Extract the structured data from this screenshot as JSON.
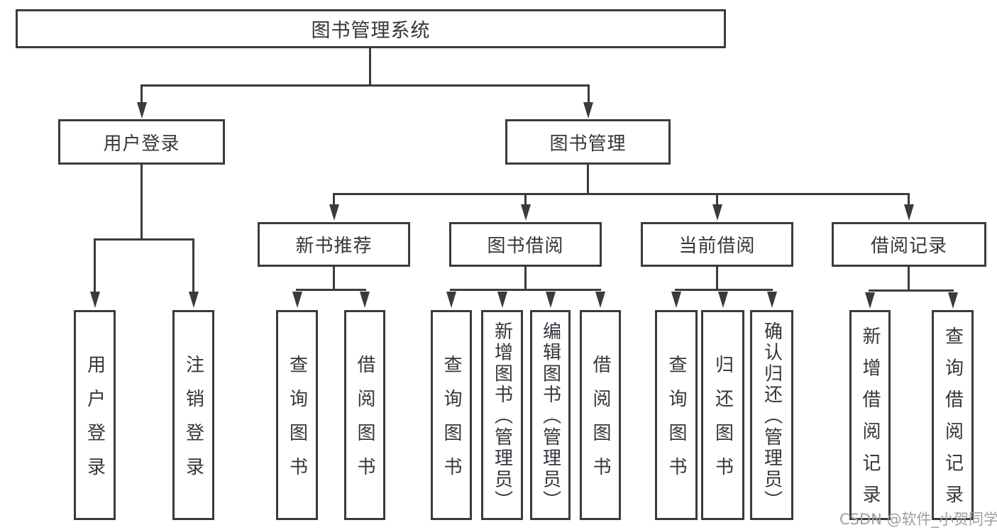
{
  "diagram": {
    "title": "图书管理系统",
    "root": {
      "label": "图书管理系统"
    },
    "level2": [
      {
        "label": "用户登录"
      },
      {
        "label": "图书管理"
      }
    ],
    "level3": [
      {
        "label": "新书推荐"
      },
      {
        "label": "图书借阅"
      },
      {
        "label": "当前借阅"
      },
      {
        "label": "借阅记录"
      }
    ],
    "leaves": {
      "user_login": [
        "用户登录",
        "注销登录"
      ],
      "new_book": [
        "查询图书",
        "借阅图书"
      ],
      "borrow": [
        "查询图书",
        "新增图书（管理员）",
        "编辑图书（管理员）",
        "借阅图书"
      ],
      "current": [
        "查询图书",
        "归还图书",
        "确认归还（管理员）"
      ],
      "records": [
        "新增借阅记录",
        "查询借阅记录"
      ]
    }
  },
  "watermark": "CSDN @软件_小贺同学",
  "colors": {
    "line": "#3b3b3b",
    "text": "#33363b",
    "watermark": "#9e9e9e",
    "background": "#ffffff"
  }
}
